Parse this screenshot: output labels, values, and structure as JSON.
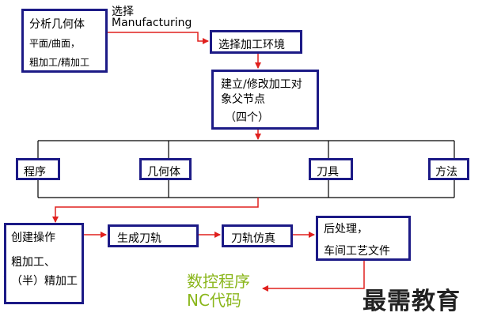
{
  "nodes": {
    "analyze": {
      "title": "分析几何体",
      "line1": "平面/曲面，",
      "line2": "粗加工/精加工"
    },
    "choose_label": {
      "line1": "选择",
      "line2": "Manufacturing"
    },
    "select_env": {
      "label": "选择加工环境"
    },
    "parent_nodes": {
      "line1": "建立/修改加工对",
      "line2": "象父节点",
      "line3": "（四个）"
    },
    "program": {
      "label": "程序"
    },
    "geometry": {
      "label": "几何体"
    },
    "tool": {
      "label": "刀具"
    },
    "method": {
      "label": "方法"
    },
    "create_op": {
      "title": "创建操作",
      "line1": "粗加工、",
      "line2": "（半）精加工"
    },
    "gen_path": {
      "label": "生成刀轨"
    },
    "simulate": {
      "label": "刀轨仿真"
    },
    "post": {
      "line1": "后处理，",
      "line2": "车间工艺文件"
    },
    "nc_code": {
      "line1": "数控程序",
      "line2": "NC代码"
    }
  },
  "watermark": "最需教育",
  "colors": {
    "box_border": "#1c1a86",
    "arrow": "#e0201e",
    "connector": "#000000",
    "nc_text": "#8ab61b"
  }
}
